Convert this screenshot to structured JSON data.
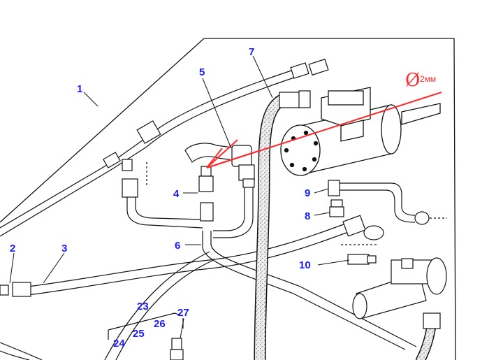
{
  "diagram": {
    "callouts": {
      "c1": "1",
      "c2": "2",
      "c3": "3",
      "c4": "4",
      "c5": "5",
      "c6": "6",
      "c7": "7",
      "c8": "8",
      "c9": "9",
      "c10": "10",
      "c23": "23",
      "c24": "24",
      "c25": "25",
      "c26": "26",
      "c27": "27"
    },
    "annotation": {
      "diameter_symbol": "Ø",
      "diameter_value": "2мм"
    },
    "colors": {
      "line_art": "#111111",
      "callout_text": "#1a1aff",
      "annotation": "#ff2a2a",
      "hose_fill": "#ededed"
    }
  }
}
